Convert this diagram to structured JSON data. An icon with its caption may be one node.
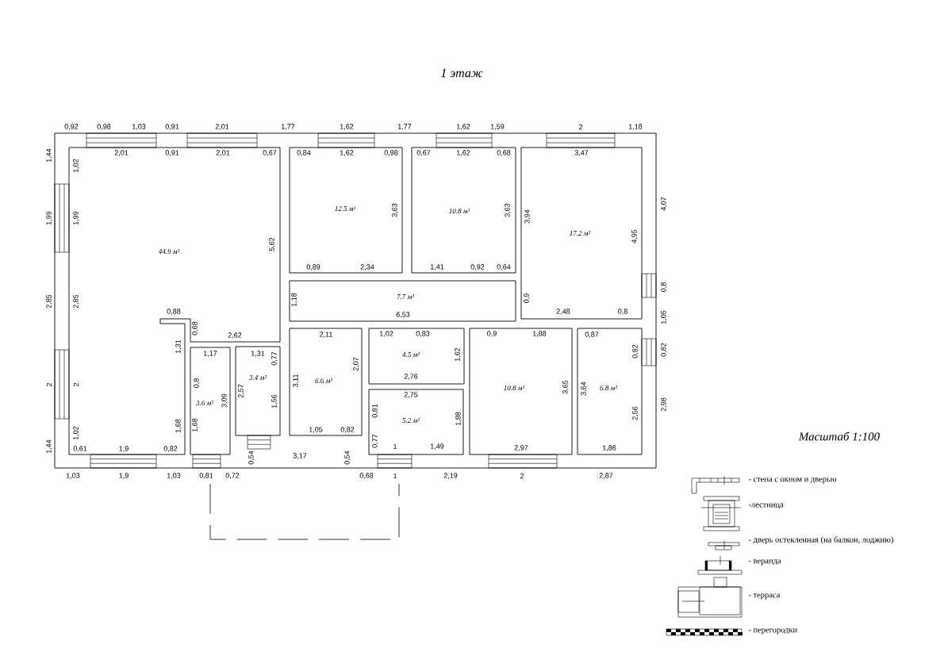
{
  "diagram": {
    "title": "1 этаж",
    "nodes": [
      {
        "text": [
          "44.9 м²"
        ]
      },
      {
        "text": [
          "12.5 м²"
        ]
      },
      {
        "text": [
          "10.8 м²"
        ]
      },
      {
        "text": [
          "17.2 м²"
        ]
      },
      {
        "text": [
          "7.7 м²"
        ]
      },
      {
        "text": [
          "3.6 м²"
        ]
      },
      {
        "text": [
          "3.4 м²"
        ]
      },
      {
        "text": [
          "6.6 м²"
        ]
      },
      {
        "text": [
          "4.5 м²"
        ]
      },
      {
        "text": [
          "5.2 м²"
        ]
      },
      {
        "text": [
          "10.8 м²"
        ]
      },
      {
        "text": [
          "6.8 м²"
        ]
      }
    ],
    "labels": [
      "0,92",
      "0,98",
      "1,03",
      "0,91",
      "2,01",
      "1,77",
      "1,62",
      "1,77",
      "1,62",
      "1,59",
      "2",
      "1,18",
      "1,44",
      "1,02",
      "2,01",
      "0,91",
      "2,01",
      "0,67",
      "0,84",
      "1,62",
      "0,98",
      "0,67",
      "1,62",
      "0,68",
      "3,47",
      "1,99",
      "1,99",
      "3,63",
      "3,63",
      "3,94",
      "4,07",
      "5,62",
      "4,95",
      "0,89",
      "2,34",
      "1,41",
      "0,92",
      "0,64",
      "2,85",
      "2,85",
      "1,18",
      "0,9",
      "0,8",
      "0,88",
      "6,53",
      "2,48",
      "0,8",
      "1,05",
      "0,68",
      "2,62",
      "2,11",
      "1,02",
      "0,83",
      "0,9",
      "1,88",
      "0,87",
      "1,31",
      "1,17",
      "1,31",
      "0,77",
      "1,62",
      "0,82",
      "0,82",
      "2,07",
      "2",
      "2",
      "0,8",
      "3,11",
      "2,76",
      "3,65",
      "3,64",
      "3,09",
      "2,57",
      "1,56",
      "2,75",
      "0,81",
      "1,88",
      "2,56",
      "2,98",
      "1,68",
      "1,68",
      "1,05",
      "0,82",
      "1,44",
      "1,02",
      "0,61",
      "1,9",
      "0,82",
      "0,77",
      "1",
      "1,49",
      "2,97",
      "1,86",
      "Масштаб 1:100",
      "0,54",
      "3,17",
      "0,54",
      "1,03",
      "1,9",
      "1,03",
      "0,81",
      "0,72",
      "0,68",
      "1",
      "2,19",
      "2",
      "2,87"
    ],
    "legend": [
      {
        "text": "- стена с окном и дверью"
      },
      {
        "text": "-лестница"
      },
      {
        "text": "- дверь остекленная (на балкон, лоджию)"
      },
      {
        "text": "- веранда"
      },
      {
        "text": "- терраса"
      },
      {
        "text": "- перегородки"
      }
    ]
  }
}
